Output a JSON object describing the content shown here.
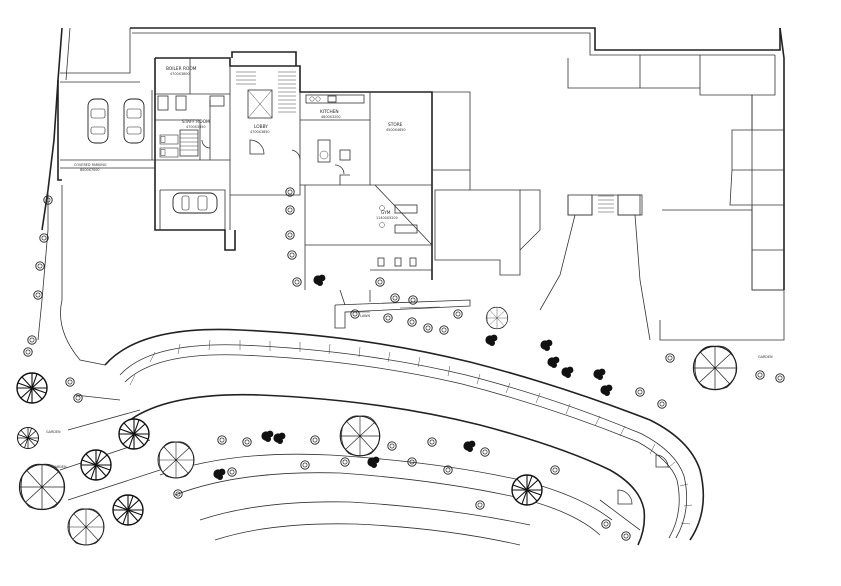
{
  "plan": {
    "rooms": {
      "boiler_room": {
        "name": "BOILER ROOM",
        "dims": "4700X3800"
      },
      "staff_room": {
        "name": "STAFF ROOM",
        "dims": "4700X3850"
      },
      "lobby": {
        "name": "LOBBY",
        "dims": "4700X3850"
      },
      "kitchen": {
        "name": "KITCHEN",
        "dims": "4800X3200"
      },
      "store": {
        "name": "STORE",
        "dims": "4500X4650"
      },
      "gym": {
        "name": "GYM",
        "dims": "11400X5200"
      },
      "covered_parking": {
        "name": "COVERED PARKING",
        "dims": "8000X7000"
      }
    },
    "labels": {
      "lawn": "LAWN",
      "garden_right": "GARDEN",
      "garden_left_1": "GARDEN",
      "garden_left_2": "GARDEN"
    }
  },
  "colors": {
    "ink": "#222222",
    "paper": "#ffffff"
  }
}
